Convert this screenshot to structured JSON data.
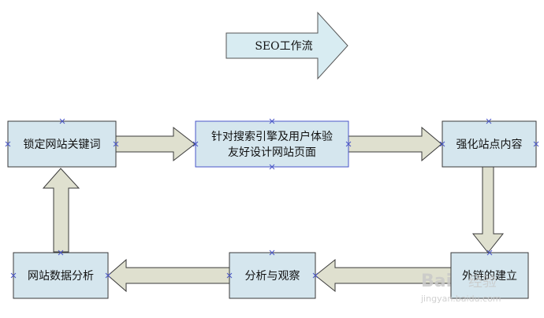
{
  "title": "SEO工作流",
  "nodes": {
    "keywords": "锁定网站关键词",
    "design_line1": "针对搜索引擎及用户体验",
    "design_line2": "友好设计网站页面",
    "content": "强化站点内容",
    "links": "外链的建立",
    "observe": "分析与观察",
    "data": "网站数据分析"
  },
  "watermark": {
    "brand": "Bai",
    "brand_suffix": "经验",
    "url": "jingyan.baidu.com"
  },
  "colors": {
    "node_fill": "#d5e6ee",
    "arrow_fill": "#dfe0cf",
    "title_arrow_fill": "#d8ecf2",
    "selection": "#4a56c8"
  }
}
